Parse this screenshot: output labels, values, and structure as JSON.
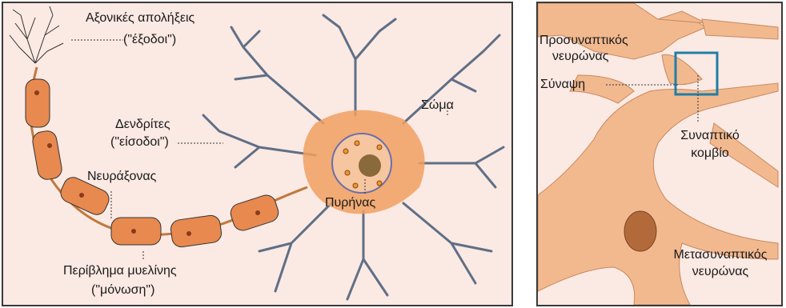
{
  "left_panel": {
    "labels": {
      "axon_terminals_1": "Αξονικές απολήξεις",
      "axon_terminals_2": "(\"έξοδοι\")",
      "dendrites_1": "Δενδρίτες",
      "dendrites_2": "(\"είσοδοι\")",
      "axon": "Νευράξονας",
      "soma": "Σώμα",
      "nucleus": "Πυρήνας",
      "myelin_1": "Περίβλημα μυελίνης",
      "myelin_2": "(\"μόνωση\")"
    }
  },
  "right_panel": {
    "labels": {
      "presynaptic_1": "Προσυναπτικός",
      "presynaptic_2": "νευρώνας",
      "synapse": "Σύναψη",
      "terminal_1": "Συναπτικό",
      "terminal_2": "κομβίο",
      "postsynaptic_1": "Μετασυναπτικός",
      "postsynaptic_2": "νευρώνας"
    }
  },
  "colors": {
    "panel_bg": "#fbe9e3",
    "cell_fill": "#f2b98f",
    "cell_body": "#f0a061",
    "myelin": "#e8894f",
    "dendrite_stroke": "#5f6f86",
    "synapse_box": "#1f7ea6"
  }
}
